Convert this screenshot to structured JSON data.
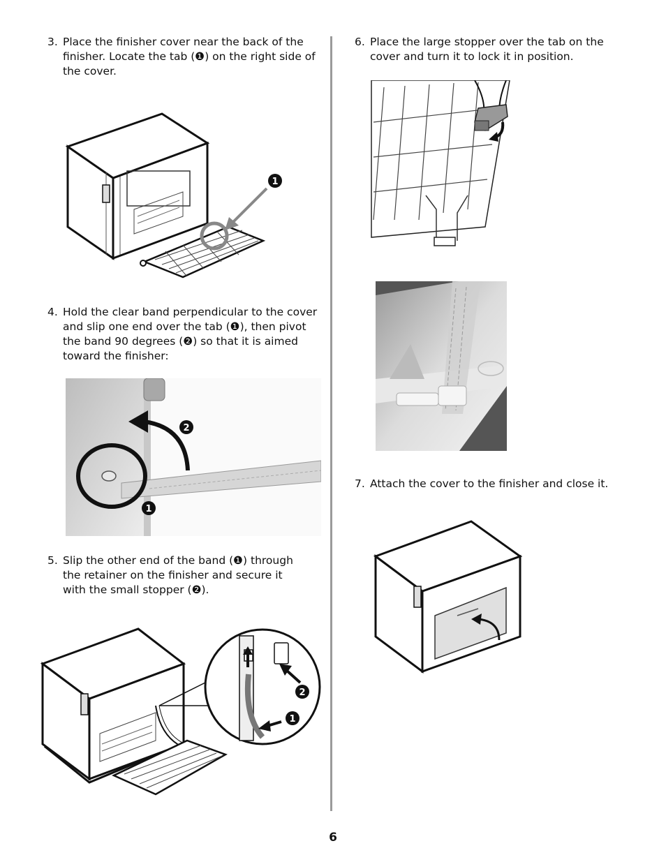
{
  "steps": [
    {
      "number": "3.",
      "text": "Place the finisher cover near the back of the\nfinisher. Locate the tab (❶) on the right side of\nthe cover."
    },
    {
      "number": "4.",
      "text": "Hold the clear band perpendicular to the cover\nand slip one end over the tab (❶), then pivot\nthe band 90 degrees (❷) so that it is aimed\ntoward the finisher:"
    },
    {
      "number": "5.",
      "text": "Slip the other end of the band (❶) through\nthe retainer on the finisher and secure it\nwith the small stopper (❷)."
    },
    {
      "number": "6.",
      "text": "Place the large stopper over the tab on the\ncover and turn it to lock it in position."
    },
    {
      "number": "7.",
      "text": "Attach the cover to the finisher and close it."
    }
  ],
  "callouts": {
    "one": "❶",
    "two": "❷"
  },
  "page_number": "6",
  "colors": {
    "divider": "#9a9a9a",
    "ink": "#111111",
    "highlight_ring": "#888888"
  }
}
